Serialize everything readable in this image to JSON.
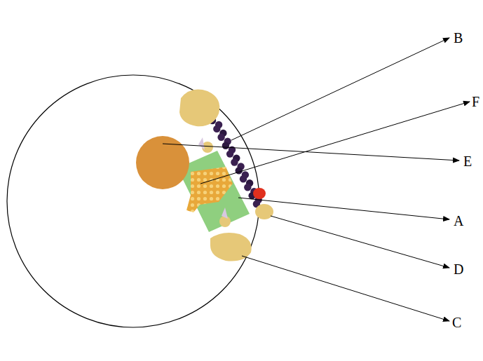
{
  "diagram": {
    "labels": [
      "B",
      "F",
      "E",
      "A",
      "D",
      "C"
    ]
  }
}
